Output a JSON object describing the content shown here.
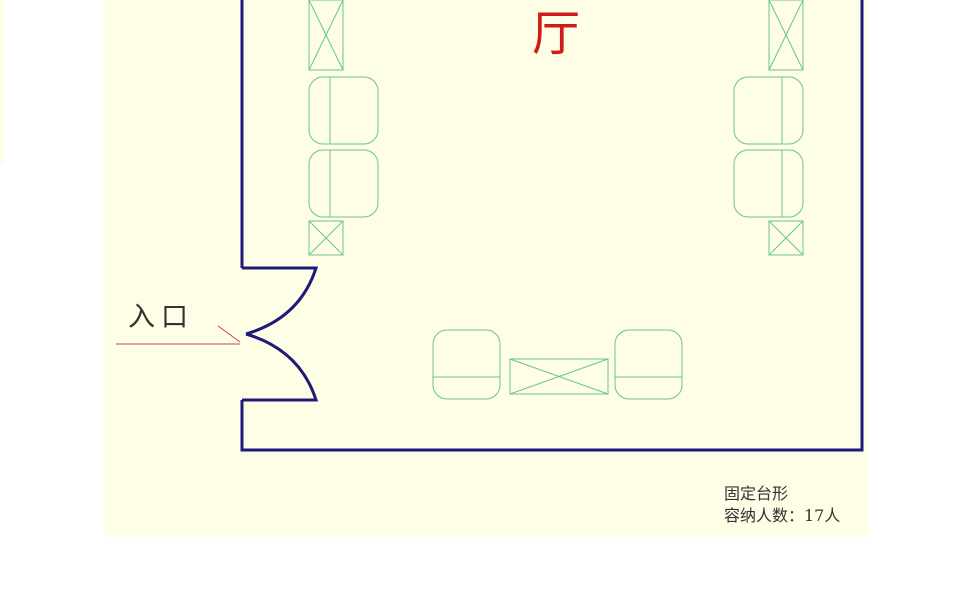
{
  "diagram": {
    "room_title": "厅",
    "entrance_label": "入口",
    "note_layout": "固定台形",
    "note_capacity": "容纳人数：17人"
  },
  "colors": {
    "paper": "#fefde6",
    "wall": "#1e1a7a",
    "furniture": "#6bc48f",
    "title": "#d11a1a",
    "arrow": "#c8474f",
    "text": "#333333"
  }
}
